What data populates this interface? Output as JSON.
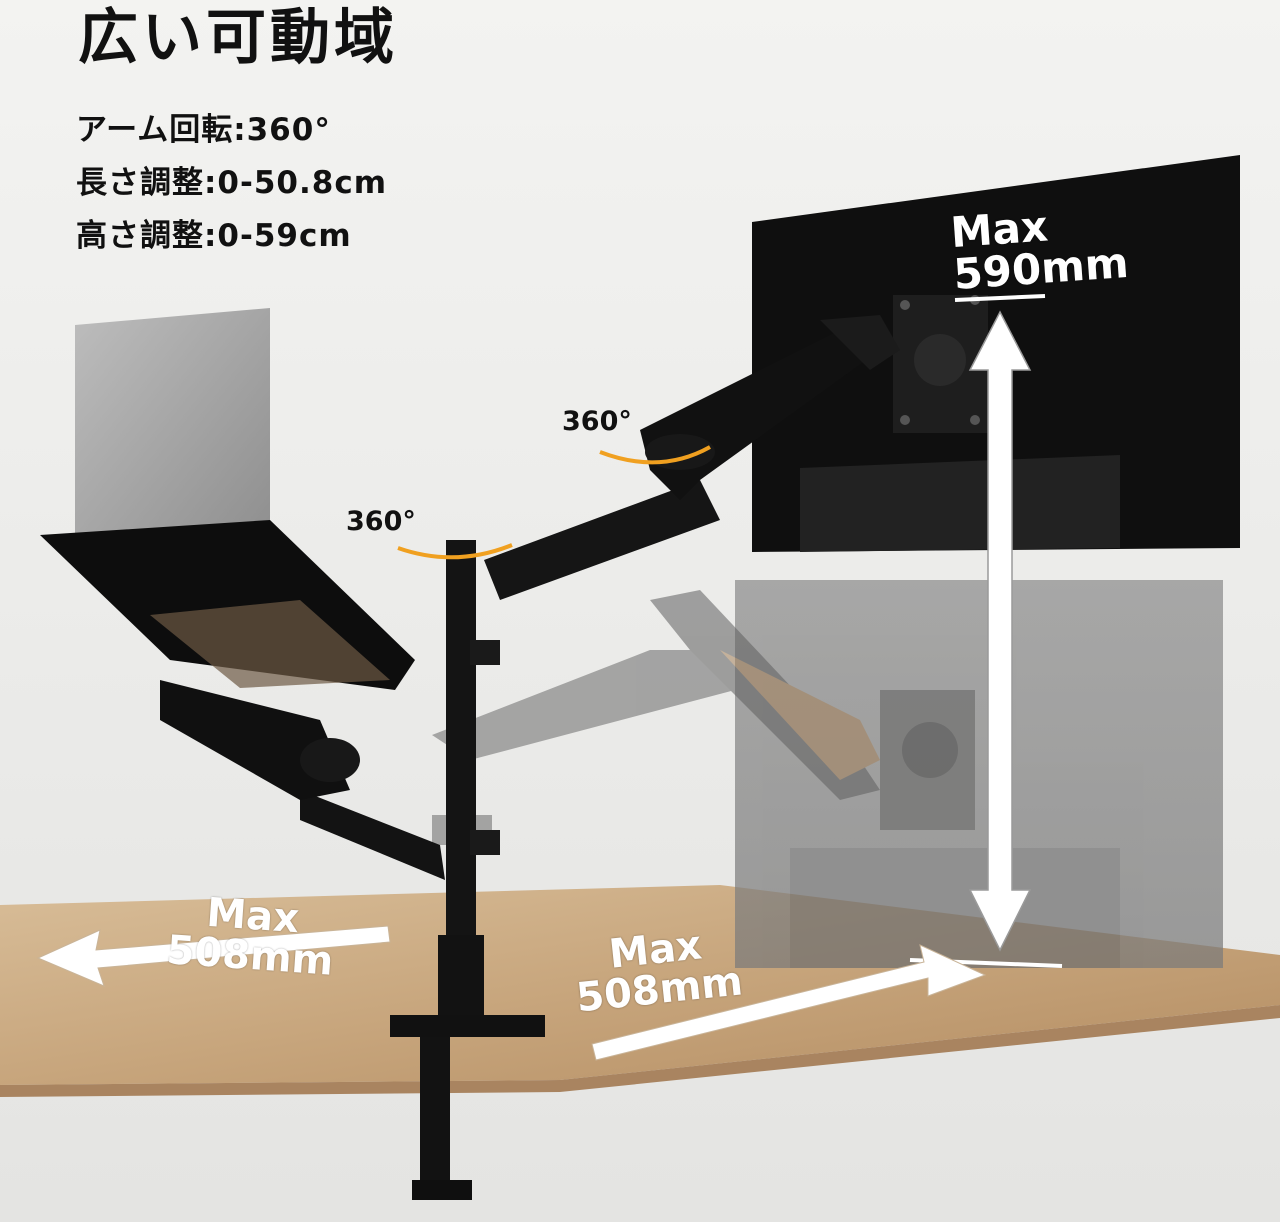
{
  "headline": "広い可動域",
  "specs": [
    "アーム回転:360°",
    "長さ調整:0-50.8cm",
    "高さ調整:0-59cm"
  ],
  "rotation_labels": [
    "360°",
    "360°"
  ],
  "dimensions": {
    "height": {
      "line1": "Max",
      "line2": "590mm"
    },
    "left_reach": {
      "line1": "Max",
      "line2": "508mm"
    },
    "right_reach": {
      "line1": "Max",
      "line2": "508mm"
    }
  },
  "colors": {
    "background": "#ececea",
    "desk": "#c9a880",
    "arm": "#151515",
    "rotation_arrow": "#f0a020",
    "text": "#111111"
  }
}
